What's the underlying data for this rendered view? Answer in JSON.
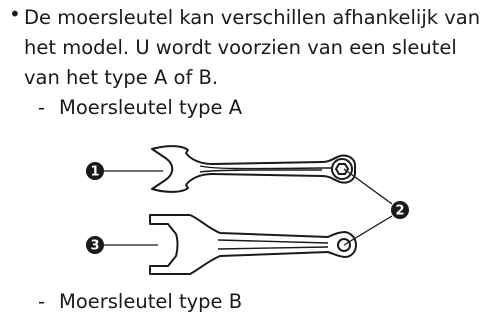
{
  "bullet_symbol": "•",
  "paragraph": "De moersleutel kan verschillen afhankelijk van het model. U wordt voorzien van een sleutel van het type A of B.",
  "sub_items": [
    {
      "dash": "-",
      "label": "Moersleutel type A"
    },
    {
      "dash": "-",
      "label": "Moersleutel type B"
    }
  ],
  "figure": {
    "callouts": [
      "1",
      "2",
      "3"
    ],
    "colors": {
      "outline": "#1a1a1a",
      "callout_fill": "#1a1a1a",
      "callout_text": "#ffffff"
    }
  }
}
